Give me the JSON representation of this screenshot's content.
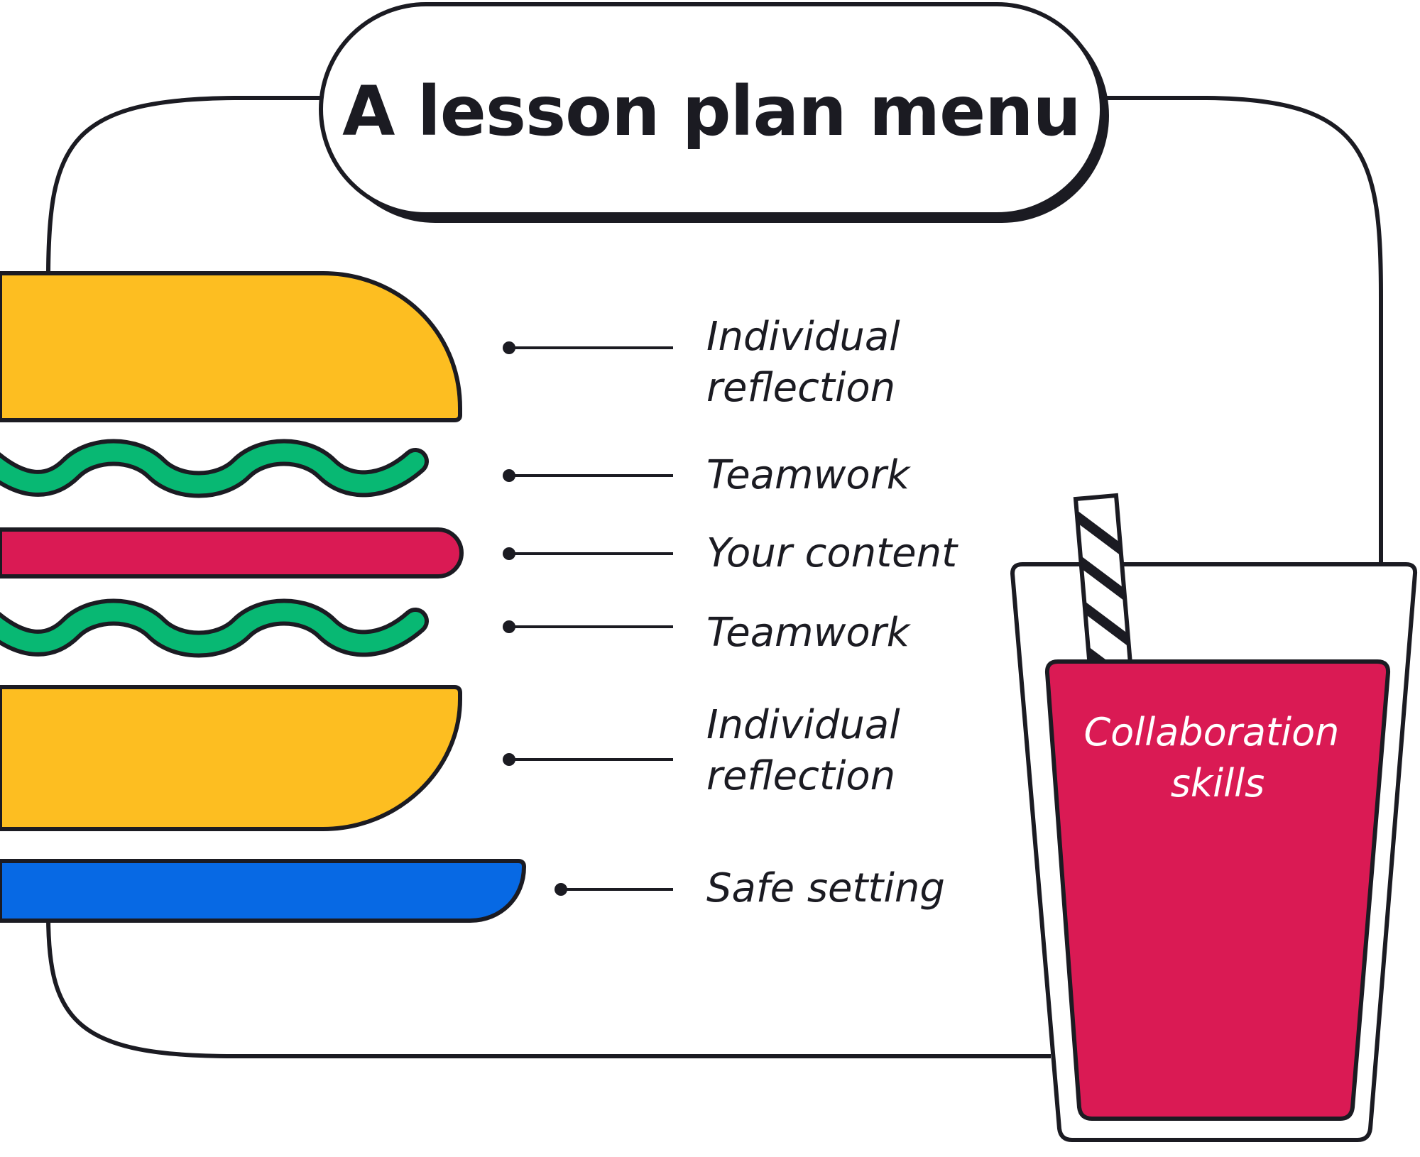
{
  "title": "A lesson plan menu",
  "layers": [
    {
      "id": "top-bun",
      "label_lines": [
        "Individual",
        "reflection"
      ],
      "color": "#FDBE21"
    },
    {
      "id": "lettuce-1",
      "label_lines": [
        "Teamwork"
      ],
      "color": "#08B873"
    },
    {
      "id": "patty",
      "label_lines": [
        "Your content"
      ],
      "color": "#DA1A54"
    },
    {
      "id": "lettuce-2",
      "label_lines": [
        "Teamwork"
      ],
      "color": "#08B873"
    },
    {
      "id": "bottom-bun",
      "label_lines": [
        "Individual",
        "reflection"
      ],
      "color": "#FDBE21"
    },
    {
      "id": "plate",
      "label_lines": [
        "Safe setting"
      ],
      "color": "#0769E4"
    }
  ],
  "drink": {
    "label_lines": [
      "Collaboration",
      "skills"
    ],
    "color": "#DA1A54"
  },
  "colors": {
    "outline": "#1B1B22",
    "background": "#FFFFFF"
  }
}
